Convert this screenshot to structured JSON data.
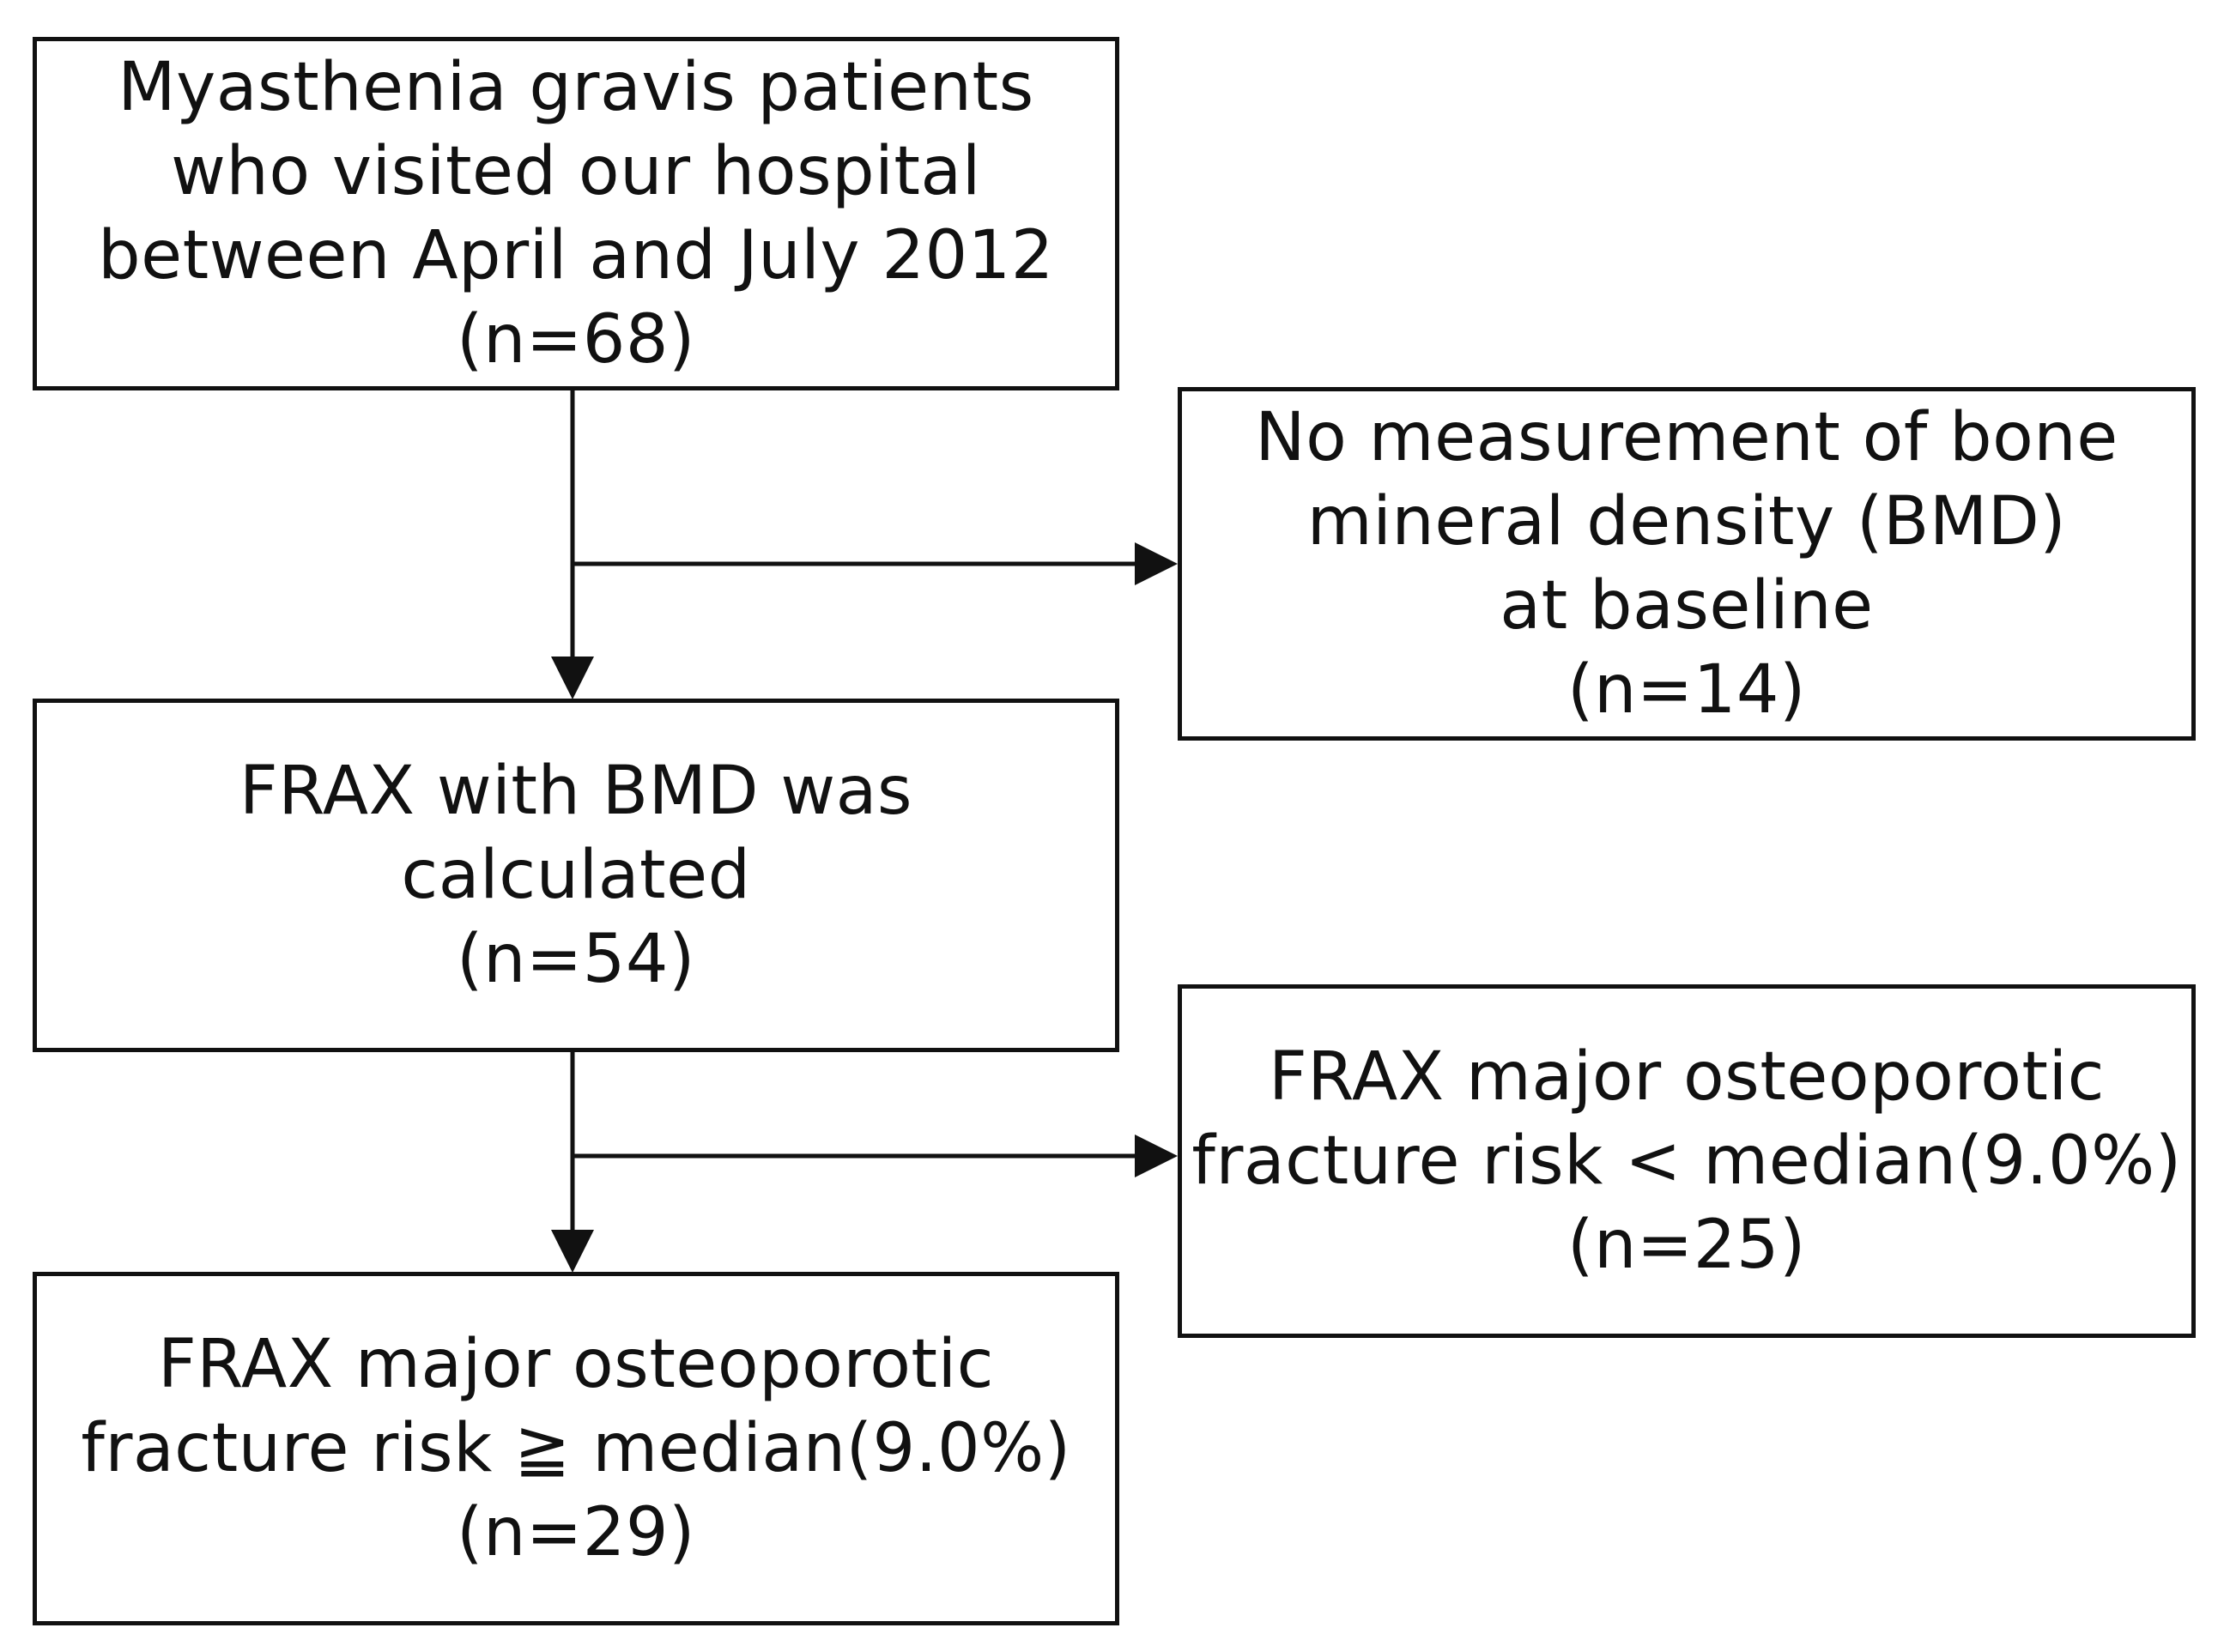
{
  "boxes": [
    {
      "name": "box-enrolled-patients",
      "lines": [
        "Myasthenia gravis patients",
        "who visited our hospital",
        "between April and July 2012",
        "(n=68)"
      ]
    },
    {
      "name": "box-excluded-no-bmd",
      "lines": [
        "No measurement of bone",
        "mineral density (BMD)",
        "at baseline",
        "(n=14)"
      ]
    },
    {
      "name": "box-frax-calculated",
      "lines": [
        "FRAX with BMD was",
        "calculated",
        "(n=54)"
      ]
    },
    {
      "name": "box-frax-below-median",
      "lines": [
        "FRAX major osteoporotic",
        "fracture risk < median(9.0%)",
        "(n=25)"
      ]
    },
    {
      "name": "box-frax-above-median",
      "lines": [
        "FRAX major osteoporotic",
        "fracture risk ≧ median(9.0%)",
        "(n=29)"
      ]
    }
  ],
  "edges": [
    {
      "from": "box-enrolled-patients",
      "to": "box-frax-calculated"
    },
    {
      "from": "box-enrolled-patients",
      "to": "box-excluded-no-bmd"
    },
    {
      "from": "box-frax-calculated",
      "to": "box-frax-above-median"
    },
    {
      "from": "box-frax-calculated",
      "to": "box-frax-below-median"
    }
  ]
}
